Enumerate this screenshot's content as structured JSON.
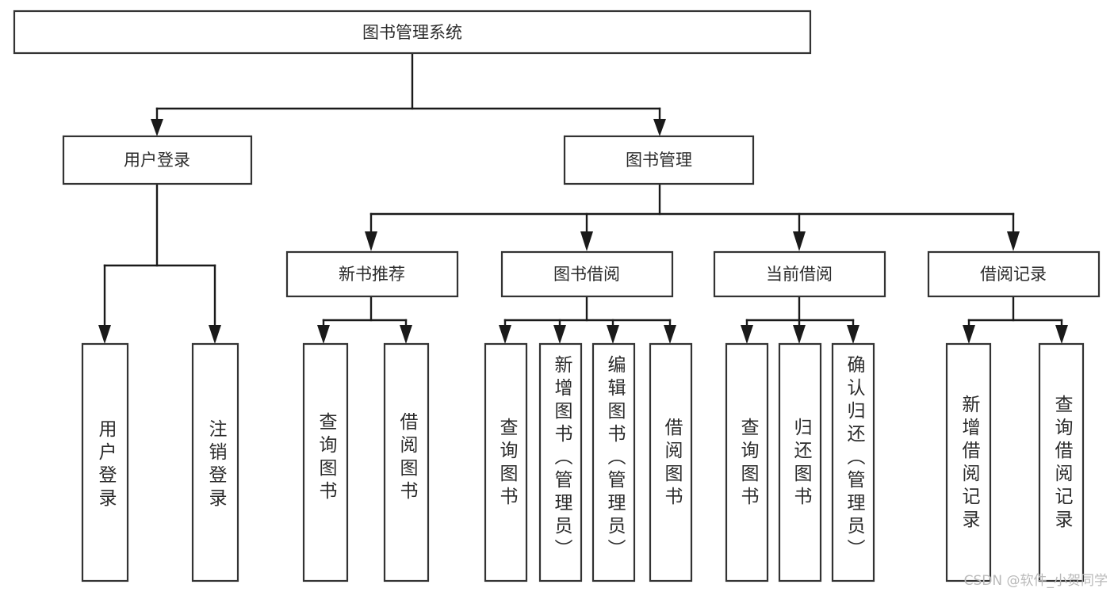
{
  "diagram": {
    "title": "图书管理系统",
    "type": "tree-hierarchy",
    "root": {
      "id": "root",
      "label": "图书管理系统",
      "orientation": "horizontal"
    },
    "level2": [
      {
        "id": "user-login",
        "label": "用户登录",
        "orientation": "horizontal"
      },
      {
        "id": "book-management",
        "label": "图书管理",
        "orientation": "horizontal"
      }
    ],
    "level3": [
      {
        "id": "new-book-recommend",
        "label": "新书推荐",
        "orientation": "horizontal",
        "parent": "book-management"
      },
      {
        "id": "book-borrow",
        "label": "图书借阅",
        "orientation": "horizontal",
        "parent": "book-management"
      },
      {
        "id": "current-borrow",
        "label": "当前借阅",
        "orientation": "horizontal",
        "parent": "book-management"
      },
      {
        "id": "borrow-record",
        "label": "借阅记录",
        "orientation": "horizontal",
        "parent": "book-management"
      }
    ],
    "leaves": [
      {
        "id": "leaf-user-login",
        "label": "用户登录",
        "orientation": "vertical",
        "parent": "user-login"
      },
      {
        "id": "leaf-logout",
        "label": "注销登录",
        "orientation": "vertical",
        "parent": "user-login"
      },
      {
        "id": "leaf-query-book-1",
        "label": "查询图书",
        "orientation": "vertical",
        "parent": "new-book-recommend"
      },
      {
        "id": "leaf-borrow-book-1",
        "label": "借阅图书",
        "orientation": "vertical",
        "parent": "new-book-recommend"
      },
      {
        "id": "leaf-query-book-2",
        "label": "查询图书",
        "orientation": "vertical",
        "parent": "book-borrow"
      },
      {
        "id": "leaf-add-book",
        "label": "新增图书（管理员）",
        "orientation": "vertical",
        "parent": "book-borrow"
      },
      {
        "id": "leaf-edit-book",
        "label": "编辑图书（管理员）",
        "orientation": "vertical",
        "parent": "book-borrow"
      },
      {
        "id": "leaf-borrow-book-2",
        "label": "借阅图书",
        "orientation": "vertical",
        "parent": "book-borrow"
      },
      {
        "id": "leaf-query-book-3",
        "label": "查询图书",
        "orientation": "vertical",
        "parent": "current-borrow"
      },
      {
        "id": "leaf-return-book",
        "label": "归还图书",
        "orientation": "vertical",
        "parent": "current-borrow"
      },
      {
        "id": "leaf-confirm-return",
        "label": "确认归还（管理员）",
        "orientation": "vertical",
        "parent": "current-borrow"
      },
      {
        "id": "leaf-add-record",
        "label": "新增借阅记录",
        "orientation": "vertical",
        "parent": "borrow-record"
      },
      {
        "id": "leaf-query-record",
        "label": "查询借阅记录",
        "orientation": "vertical",
        "parent": "borrow-record"
      }
    ]
  },
  "watermark": {
    "text": "CSDN @软件_小贺同学"
  },
  "colors": {
    "box_stroke": "#333333",
    "box_fill": "#ffffff",
    "connector": "#1a1a1a",
    "text": "#2b2b2b",
    "watermark": "#b9b9b9",
    "background": "#ffffff"
  }
}
